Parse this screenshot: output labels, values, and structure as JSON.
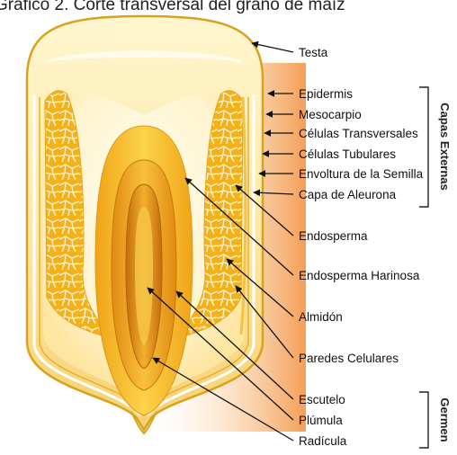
{
  "figure": {
    "heading": "Gráfico 2. Corte transversal del grano de maíz"
  },
  "labels": [
    "Testa",
    "Epidermis",
    "Mesocarpio",
    "Células Transversales",
    "Células Tubulares",
    "Envoltura de la Semilla",
    "Capa de Aleurona",
    "Endosperma",
    "Endosperma Harinosa",
    "Almidón",
    "Paredes Celulares",
    "Escutelo",
    "Plúmula",
    "Radícula"
  ],
  "groups": [
    "Capas Externas",
    "Germen"
  ],
  "colors": {
    "kernel_outline": "#d9a21c",
    "testa_fill": "#fbe59a",
    "endosperm_fill": "#fff6d8",
    "floury_fill": "#f2b21b",
    "germ_outer": "#f5b31d",
    "germ_inner": "#d98a12",
    "background_glow": "#f7b070",
    "leader_line": "#111111"
  }
}
